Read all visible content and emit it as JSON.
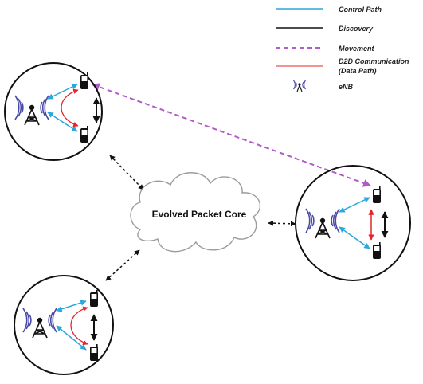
{
  "colors": {
    "control_path": "#2aa7dc",
    "discovery": "#111111",
    "movement": "#b05cc6",
    "d2d": "#e3242b",
    "enb": "#4a4aa8",
    "stroke": "#111111",
    "cloud_fill": "#ffffff",
    "cloud_stroke": "#9c9c9c"
  },
  "legend": [
    {
      "label": "Control Path",
      "style": "solid-blue"
    },
    {
      "label": "Discovery",
      "style": "solid-black"
    },
    {
      "label": "Movement",
      "style": "dashed-purple"
    },
    {
      "label": "D2D Communication",
      "label2": "(Data Path)",
      "style": "solid-red"
    },
    {
      "label": "eNB",
      "style": "enb-icon"
    }
  ],
  "core": {
    "label": "Evolved Packet Core"
  },
  "cells": [
    {
      "id": "top-left",
      "discovery_arrow": "double-black",
      "d2d": "curved-red"
    },
    {
      "id": "right",
      "discovery_arrow": "double-black",
      "d2d": "straight-red"
    },
    {
      "id": "bottom-left",
      "discovery_arrow": "double-black",
      "d2d": "curved-red"
    }
  ],
  "links": [
    {
      "from": "top-left",
      "to": "core",
      "style": "dashed-black-bidirectional"
    },
    {
      "from": "core",
      "to": "right",
      "style": "dashed-black-bidirectional"
    },
    {
      "from": "bottom-left",
      "to": "core",
      "style": "dashed-black-bidirectional"
    },
    {
      "from": "top-left",
      "to": "right",
      "style": "dashed-purple-movement"
    }
  ],
  "icons": [
    "enb-tower-icon",
    "mobile-phone-icon"
  ]
}
